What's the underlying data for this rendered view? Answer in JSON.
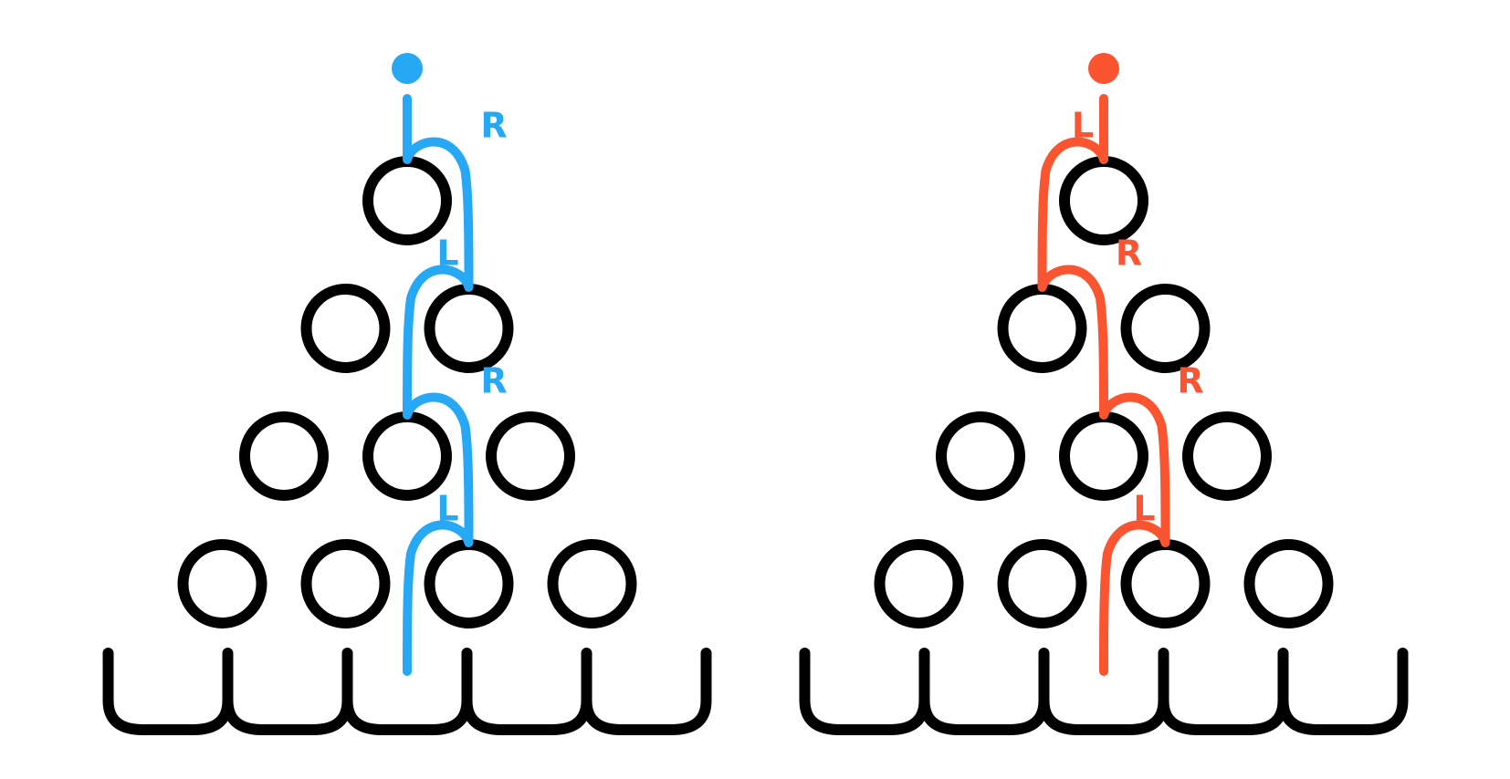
{
  "diagram": {
    "rows": 4,
    "bins": 5,
    "boards": [
      {
        "id": "left-board",
        "color": "#27a8f5",
        "choices": [
          "R",
          "L",
          "R",
          "L"
        ]
      },
      {
        "id": "right-board",
        "color": "#fa5431",
        "choices": [
          "L",
          "R",
          "R",
          "L"
        ]
      }
    ]
  }
}
